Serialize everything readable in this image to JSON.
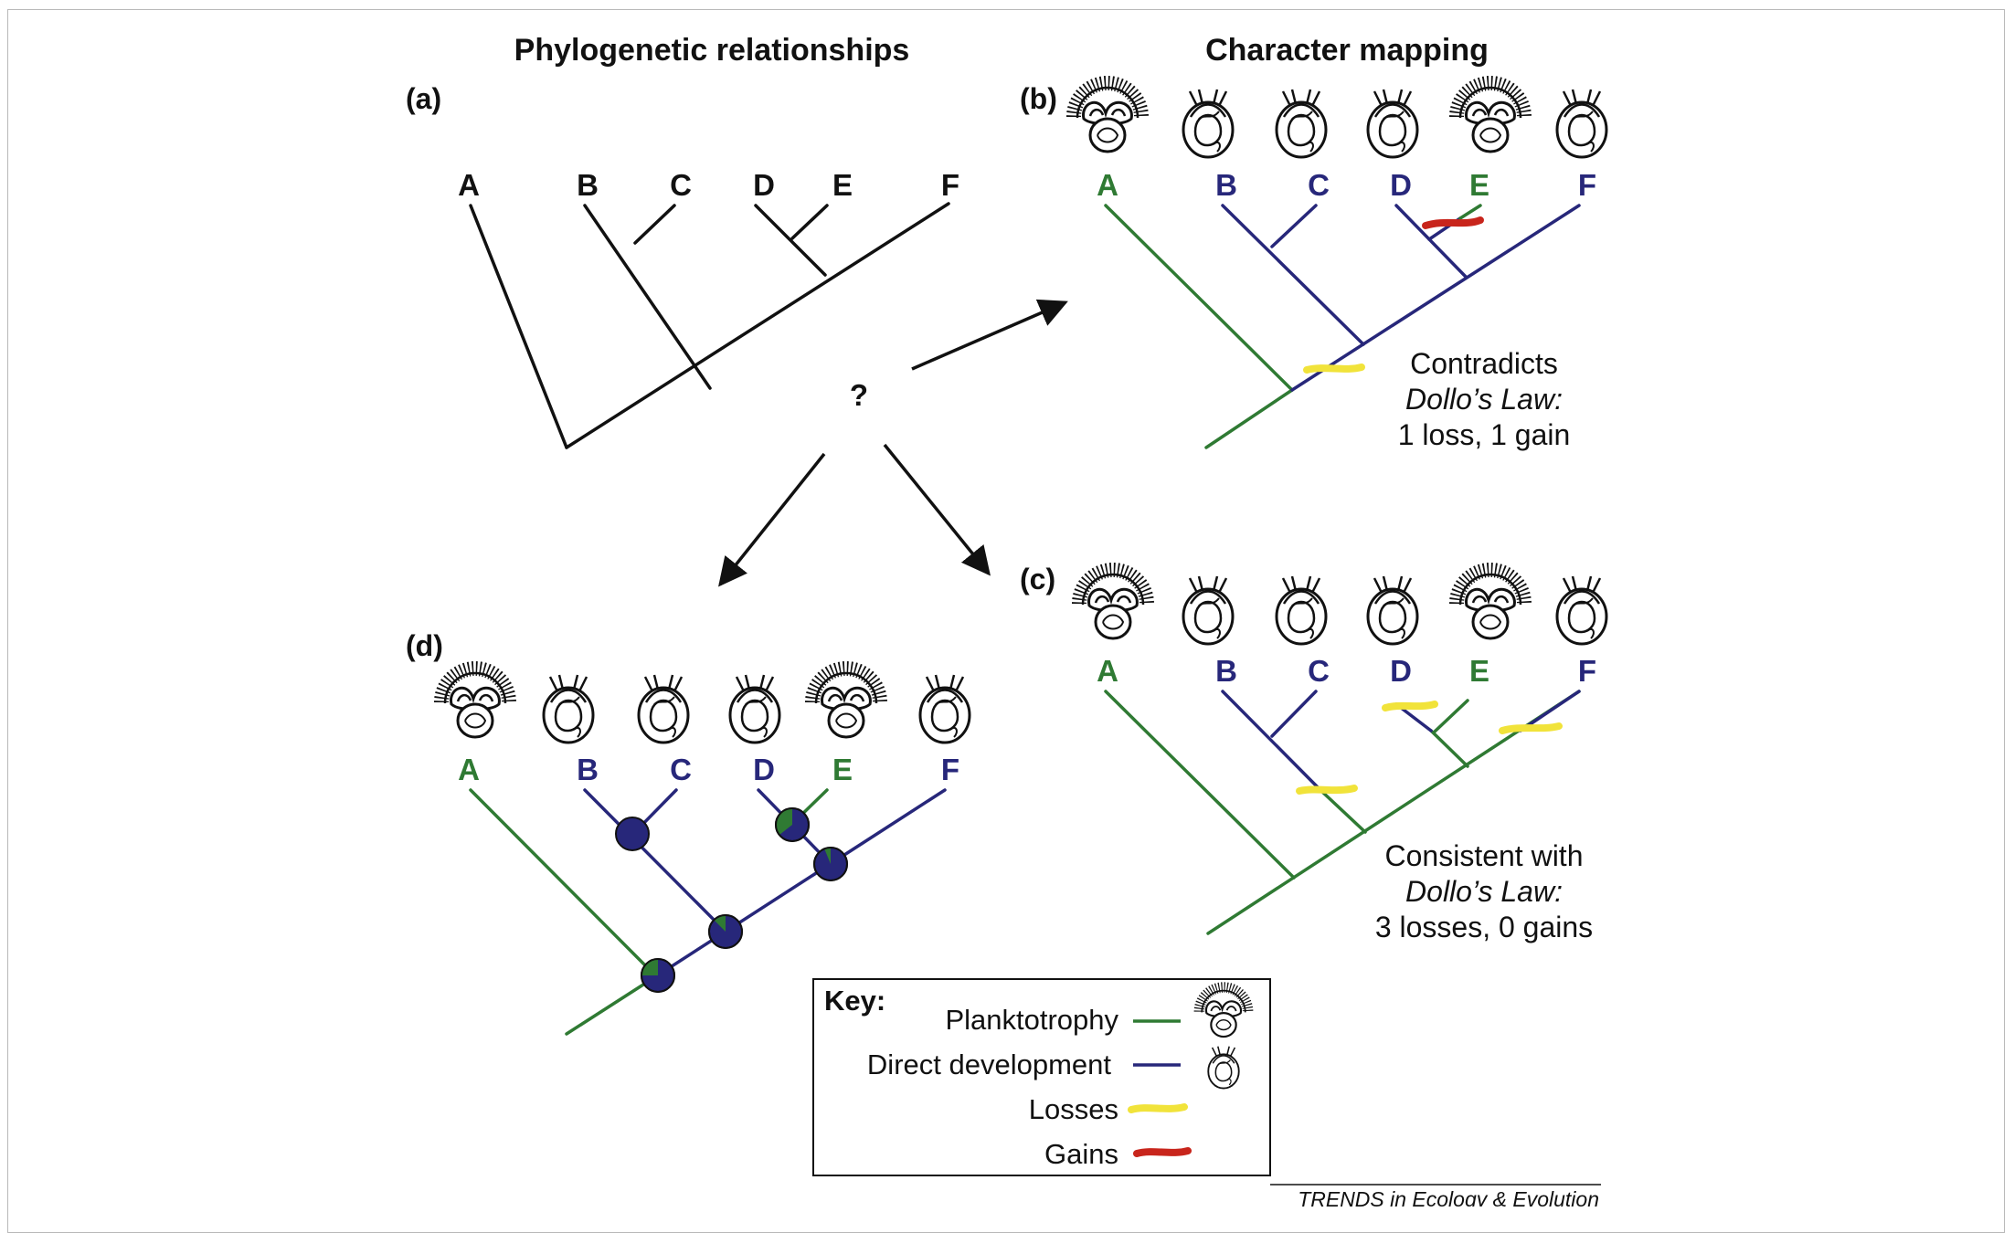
{
  "headings": {
    "left": "Phylogenetic relationships",
    "right": "Character mapping"
  },
  "panels": {
    "a": {
      "label": "(a)"
    },
    "b": {
      "label": "(b)",
      "caption": [
        "Contradicts",
        "Dollo’s Law:",
        "1 loss, 1 gain"
      ]
    },
    "c": {
      "label": "(c)",
      "caption": [
        "Consistent with",
        "Dollo’s Law:",
        "3 losses, 0 gains"
      ]
    },
    "d": {
      "label": "(d)"
    }
  },
  "taxa": [
    "A",
    "B",
    "C",
    "D",
    "E",
    "F"
  ],
  "question_mark": "?",
  "key": {
    "title": "Key:",
    "items": [
      {
        "label": "Planktotrophy",
        "swatch": "green-line",
        "icon": "feeding-larva-icon"
      },
      {
        "label": "Direct development",
        "swatch": "blue-line",
        "icon": "direct-larva-icon"
      },
      {
        "label": "Losses",
        "swatch": "yellow-mark"
      },
      {
        "label": "Gains",
        "swatch": "red-mark"
      }
    ]
  },
  "credit": "TRENDS in Ecology & Evolution",
  "colors": {
    "planktotrophy": "#2f7a33",
    "direct_development": "#27277a",
    "loss": "#f1e33a",
    "gain": "#c8251c",
    "black": "#111111"
  }
}
